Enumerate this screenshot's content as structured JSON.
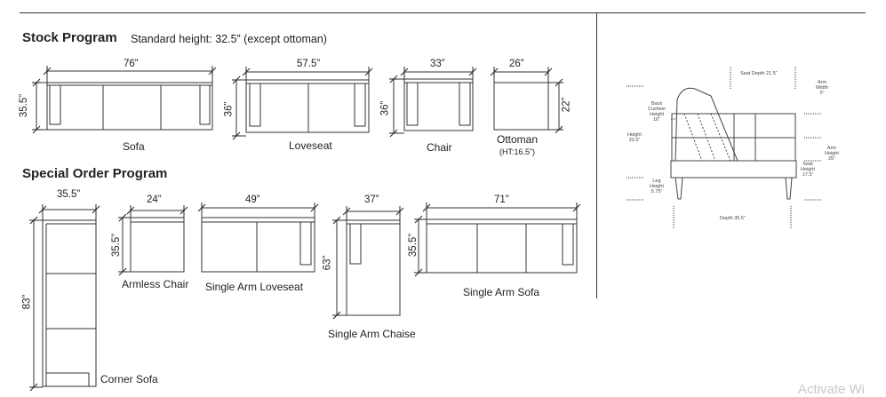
{
  "stock": {
    "title": "Stock Program",
    "subtitle": "Standard height: 32.5” (except ottoman)",
    "items": [
      {
        "name": "Sofa",
        "width": "76”",
        "height": "35.5”"
      },
      {
        "name": "Loveseat",
        "width": "57.5”",
        "height": "36”"
      },
      {
        "name": "Chair",
        "width": "33”",
        "height": "36”"
      },
      {
        "name": "Ottoman",
        "width": "26”",
        "height": "22”",
        "note": "(HT:16.5”)"
      }
    ]
  },
  "special": {
    "title": "Special Order Program",
    "items": [
      {
        "name": "Corner Sofa",
        "width": "35.5”",
        "height": "83”"
      },
      {
        "name": "Armless Chair",
        "width": "24”",
        "height": "35.5”"
      },
      {
        "name": "Single Arm Loveseat",
        "width": "49”"
      },
      {
        "name": "Single Arm Chaise",
        "width": "37”",
        "height": "63”"
      },
      {
        "name": "Single Arm Sofa",
        "width": "71”",
        "height": "35.5”"
      }
    ]
  },
  "side": {
    "seat_depth": "Seat Depth 21.5”",
    "arm_width": "Arm\nWidth\n5”",
    "back_cushion": "Back\nCushion\nHeight\n16”",
    "height": "Height\n32.5”",
    "arm_height": "Arm\nHeight\n25”",
    "seat_height": "Seat\nHeight\n17.5”",
    "leg_height": "Leg\nHeight\n5.75”",
    "depth": "Depth 35.5”"
  },
  "watermark": "Activate Wi"
}
